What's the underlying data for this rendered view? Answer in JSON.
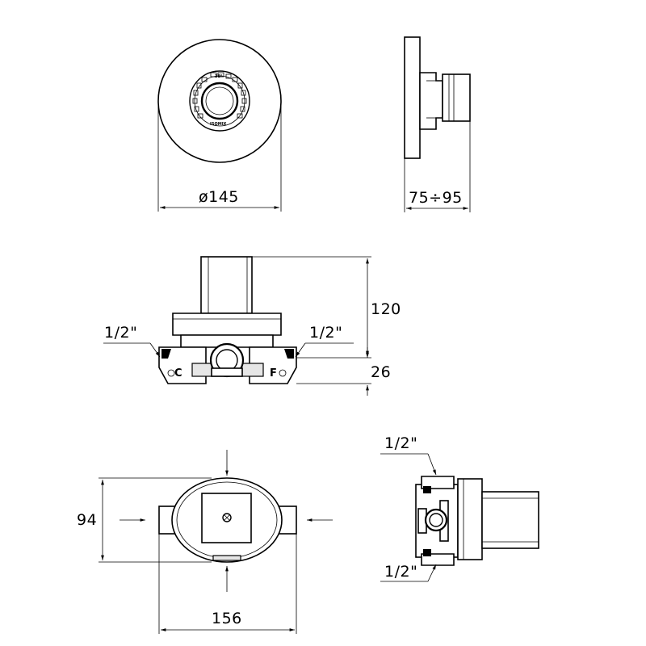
{
  "colors": {
    "line": "#000000",
    "background": "#ffffff",
    "shade": "#e6e6e6"
  },
  "front_view": {
    "diameter_label": "ø145",
    "brand_label": "ISOMIX",
    "scale_label": "38°"
  },
  "side_view": {
    "depth_label": "75÷95"
  },
  "body_view": {
    "height_label": "120",
    "bottom_label": "26",
    "thread_left_label": "1/2\"",
    "thread_right_label": "1/2\"",
    "cold_mark": "C",
    "hot_mark": "F"
  },
  "top_view": {
    "height_label": "94",
    "width_label": "156"
  },
  "end_view": {
    "thread_top_label": "1/2\"",
    "thread_bottom_label": "1/2\""
  }
}
